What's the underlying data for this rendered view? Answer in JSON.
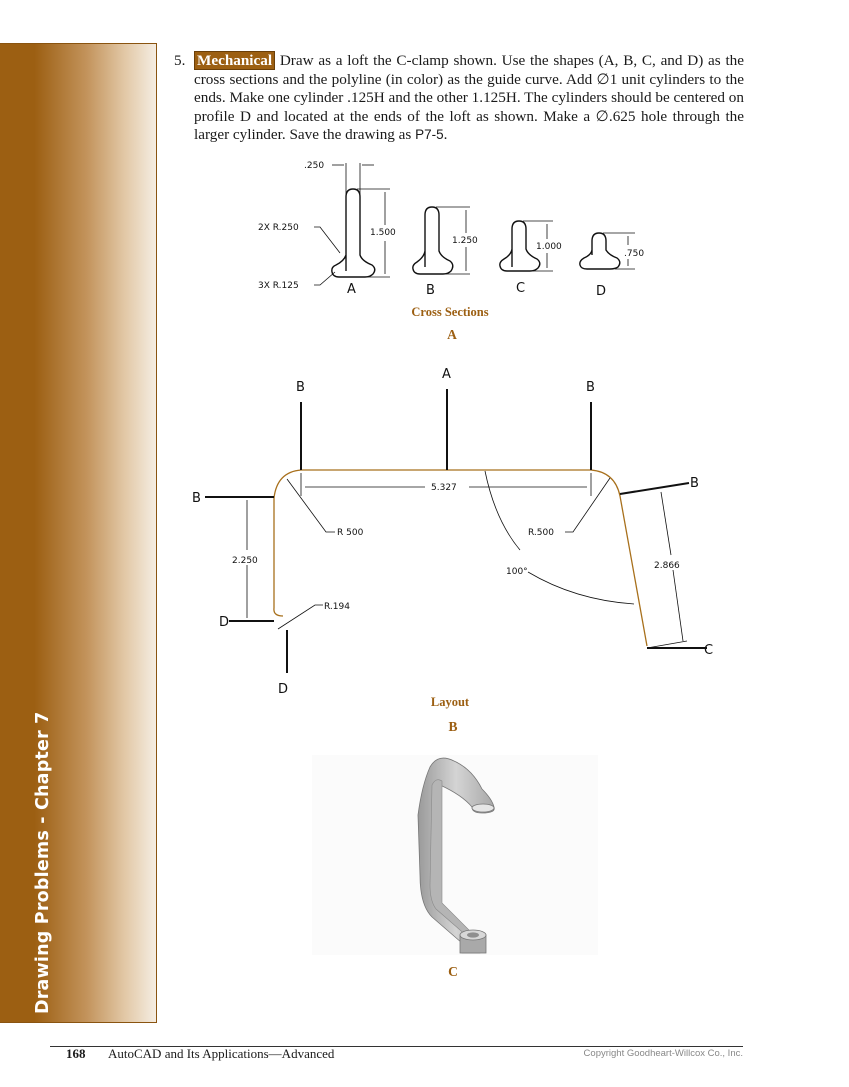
{
  "sidebar": {
    "title": "Drawing Problems - Chapter 7",
    "color": "#9c5f12"
  },
  "problem": {
    "number": "5.",
    "category": "Mechanical",
    "text": "Draw as a loft the C-clamp shown. Use the shapes (A, B, C, and D) as the cross sections and the polyline (in color) as the guide curve. Add ∅1 unit cylinders to the ends. Make one cylinder .125H and the other 1.125H. The cylinders should be centered on profile D and located at the ends of the loft as shown. Make a ∅.625 hole through the larger cylinder. Save the drawing as ",
    "filename": "P7-5",
    "end": "."
  },
  "figure_a": {
    "caption": "Cross Sections",
    "letter": "A",
    "width_dim": ".250",
    "fillet_note_1": "2X  R.250",
    "fillet_note_2": "3X  R.125",
    "profiles": [
      {
        "label": "A",
        "height": "1.500"
      },
      {
        "label": "B",
        "height": "1.250"
      },
      {
        "label": "C",
        "height": "1.000"
      },
      {
        "label": "D",
        "height": ".750"
      }
    ]
  },
  "figure_b": {
    "caption": "Layout",
    "letter": "B",
    "section_labels": {
      "top_left": "B",
      "top_center": "A",
      "top_right": "B",
      "left_upper": "B",
      "right_upper": "B",
      "left_lower": "D",
      "bottom_left": "D",
      "right_lower": "C"
    },
    "dimensions": {
      "top_length": "5.327",
      "left_fillet": "R 500",
      "right_fillet": "R.500",
      "left_height": "2.250",
      "angle": "100°",
      "right_length": "2.866",
      "bottom_fillet": "R.194"
    },
    "guide_color": "#a8701c"
  },
  "figure_c": {
    "letter": "C",
    "image_description": "shaded-3d-c-clamp-loft"
  },
  "footer": {
    "page_number": "168",
    "book_title": "AutoCAD and Its Applications—Advanced",
    "copyright": "Copyright Goodheart-Willcox Co., Inc."
  }
}
